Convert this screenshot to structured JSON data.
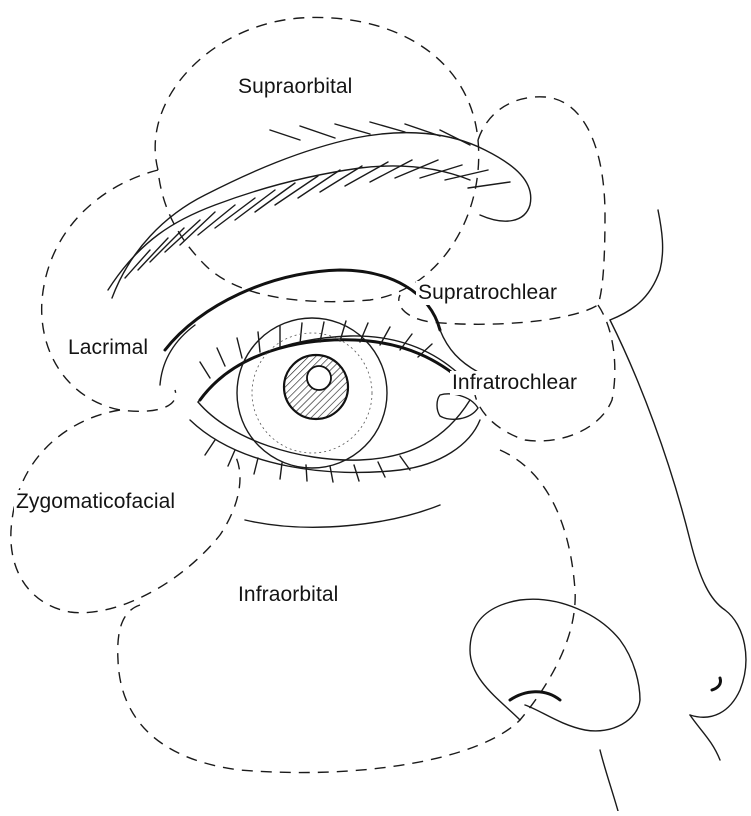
{
  "labels": {
    "supraorbital": "Supraorbital",
    "supratrochlear": "Supratrochlear",
    "lacrimal": "Lacrimal",
    "infratrochlear": "Infratrochlear",
    "zygomaticofacial": "Zygomaticofacial",
    "infraorbital": "Infraorbital"
  },
  "colors": {
    "line": "#1a1a1a",
    "background": "#ffffff"
  }
}
